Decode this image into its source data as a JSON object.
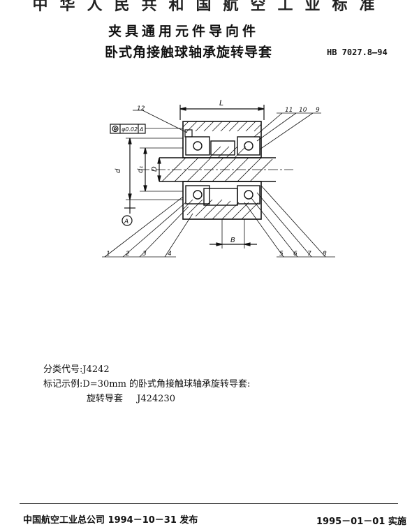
{
  "header": {
    "banner": "中华人民共和国航空工业标准",
    "title_line1": "夹具通用元件导向件",
    "title_line2": "卧式角接触球轴承旋转导套",
    "standard_number": "HB 7027.8—94"
  },
  "drawing": {
    "dimension_L": "L",
    "dimension_d": "d",
    "dimension_d1": "d₁",
    "dimension_D": "D",
    "dimension_B": "B",
    "tolerance_frame_value": "φ0.02",
    "tolerance_frame_datum": "A",
    "datum_marker": "A",
    "callouts": {
      "n1": "1",
      "n2": "2",
      "n3": "3",
      "n4": "4",
      "n5": "5",
      "n6": "6",
      "n7": "7",
      "n8": "8",
      "n9": "9",
      "n10": "10",
      "n11": "11",
      "n12": "12"
    }
  },
  "body": {
    "classification_code": "分类代号:J4242",
    "marking_example": "标记示例:D=30mm 的卧式角接触球轴承旋转导套:",
    "marking_name": "旋转导套",
    "marking_code": "J424230"
  },
  "footer": {
    "issued": "中国航空工业总公司 1994－10－31 发布",
    "implemented": "1995－01－01 实施"
  }
}
